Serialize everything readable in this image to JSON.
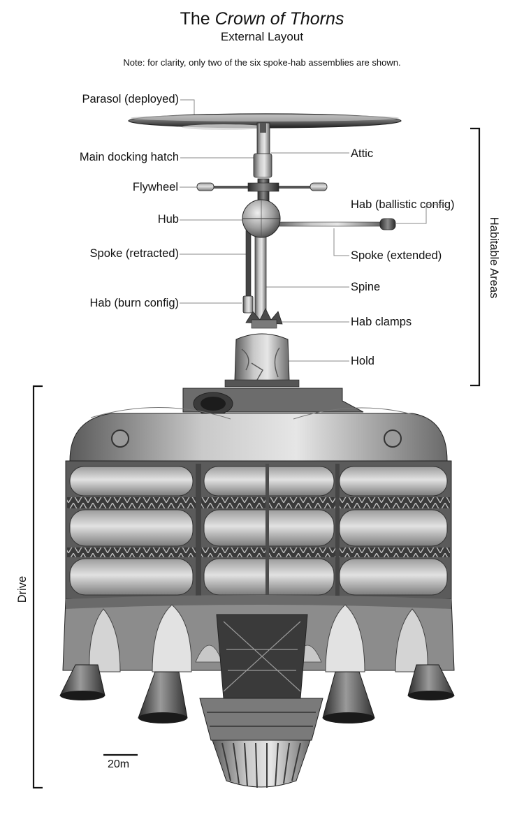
{
  "title": {
    "prefix": "The ",
    "ship_name": "Crown of Thorns",
    "subtitle": "External Layout"
  },
  "note": "Note: for clarity, only two of the six spoke-hab assemblies are shown.",
  "labels_left": {
    "parasol": "Parasol (deployed)",
    "main_docking_hatch": "Main docking hatch",
    "flywheel": "Flywheel",
    "hub": "Hub",
    "spoke_retracted": "Spoke (retracted)",
    "hab_burn": "Hab (burn config)"
  },
  "labels_right": {
    "attic": "Attic",
    "hab_ballistic": "Hab (ballistic config)",
    "spoke_extended": "Spoke (extended)",
    "spine": "Spine",
    "hab_clamps": "Hab clamps",
    "hold": "Hold"
  },
  "brackets": {
    "habitable": "Habitable Areas",
    "drive": "Drive"
  },
  "scale_bar": "20m"
}
